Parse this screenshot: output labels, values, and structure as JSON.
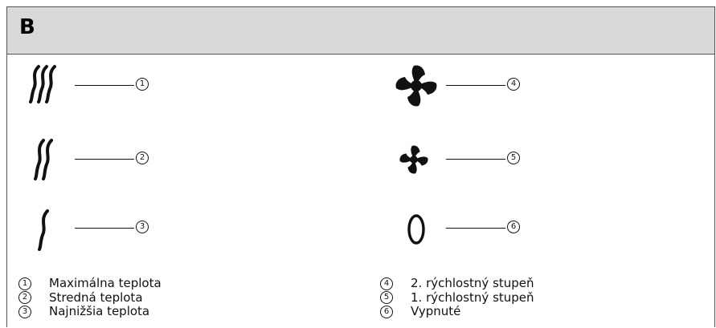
{
  "header": {
    "letter": "B"
  },
  "items": [
    {
      "number": "1",
      "icon": "heat-high-icon",
      "label": "Maximálna teplota"
    },
    {
      "number": "2",
      "icon": "heat-medium-icon",
      "label": "Stredná teplota"
    },
    {
      "number": "3",
      "icon": "heat-low-icon",
      "label": "Najnižšia teplota"
    },
    {
      "number": "4",
      "icon": "fan-large-icon",
      "label": "2. rýchlostný stupeň"
    },
    {
      "number": "5",
      "icon": "fan-small-icon",
      "label": "1. rýchlostný stupeň"
    },
    {
      "number": "6",
      "icon": "power-off-icon",
      "label": "Vypnuté"
    }
  ],
  "colors": {
    "header_background": "#d9d9d9",
    "ink": "#111111",
    "border": "#555555"
  }
}
